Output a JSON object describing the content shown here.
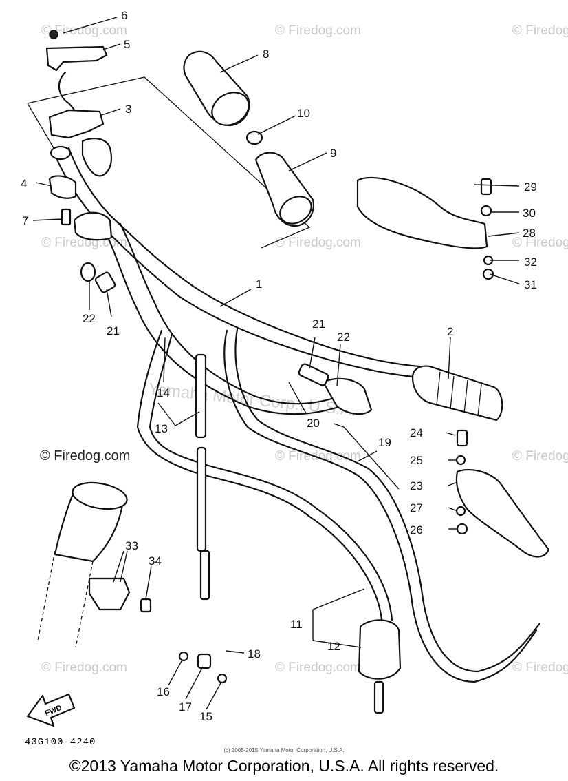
{
  "diagram": {
    "part_number": "43G100-4240",
    "callouts": [
      "1",
      "2",
      "3",
      "4",
      "5",
      "6",
      "7",
      "8",
      "9",
      "10",
      "11",
      "12",
      "13",
      "14",
      "15",
      "16",
      "17",
      "18",
      "19",
      "20",
      "21",
      "22",
      "23",
      "24",
      "25",
      "26",
      "27",
      "28",
      "29",
      "30",
      "31",
      "32",
      "33",
      "34"
    ],
    "duplicate_callouts": {
      "left21": "21",
      "left22": "22",
      "right21": "21",
      "right22": "22"
    },
    "fwd_label": "FWD",
    "watermarks": {
      "firedog": "© Firedog.com",
      "firedog_left": "© Firedog.com",
      "center": "Yamaha Motor Corp., U.S.A."
    },
    "small_copyright": "(c) 2005-2015 Yamaha Motor Corporation, U.S.A.",
    "copyright": "©2013 Yamaha Motor Corporation, U.S.A. All rights reserved."
  }
}
